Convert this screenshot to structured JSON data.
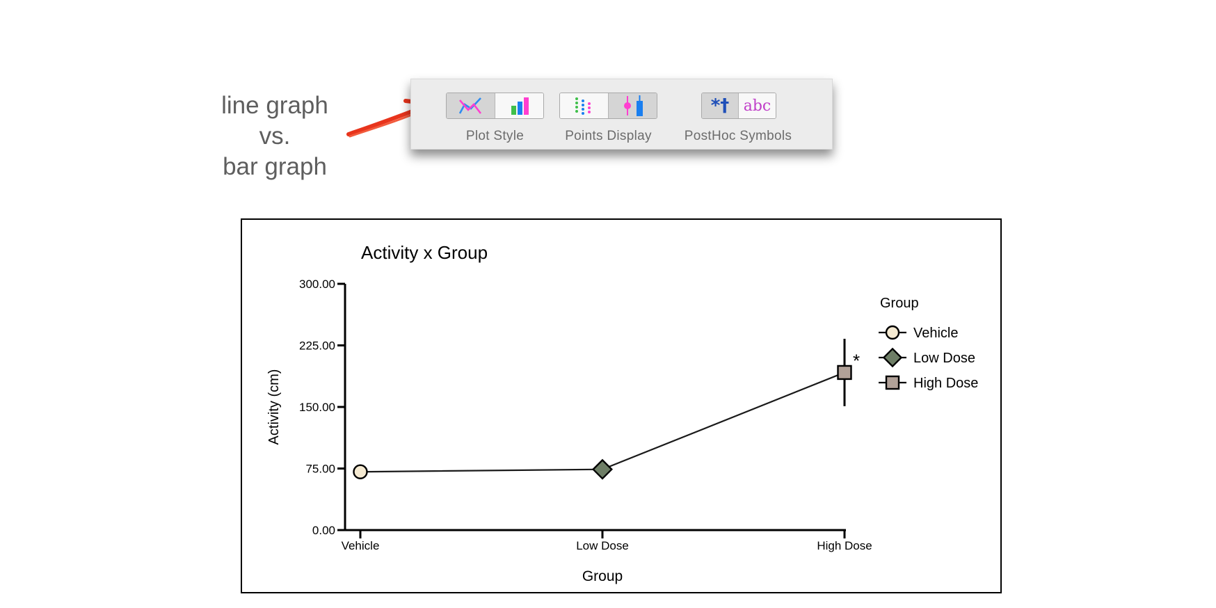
{
  "annotation": {
    "lines": [
      "line graph",
      "vs.",
      "bar graph"
    ]
  },
  "toolbar": {
    "groups": [
      {
        "label": "Plot Style",
        "buttons": [
          "line-graph-icon",
          "bar-graph-icon"
        ],
        "active": 0
      },
      {
        "label": "Points Display",
        "buttons": [
          "dot-points-icon",
          "mean-error-bar-icon"
        ],
        "active": 1
      },
      {
        "label": "PostHoc Symbols",
        "buttons": [
          "asterisk-dagger-symbols-icon",
          "abc-letters-icon"
        ],
        "active": 0
      }
    ],
    "posthoc_text": {
      "symbols": "*†",
      "letters": "abc"
    }
  },
  "chart_data": {
    "type": "line",
    "title": "Activity x Group",
    "xlabel": "Group",
    "ylabel": "Activity (cm)",
    "categories": [
      "Vehicle",
      "Low Dose",
      "High Dose"
    ],
    "yticks": [
      "0.00",
      "75.00",
      "150.00",
      "225.00",
      "300.00"
    ],
    "ylim": [
      0,
      300
    ],
    "values": [
      71,
      74,
      192
    ],
    "error": [
      [
        62,
        80
      ],
      [
        65,
        83
      ],
      [
        151,
        233
      ]
    ],
    "markers": [
      {
        "shape": "circle",
        "color": "#f5ead2"
      },
      {
        "shape": "diamond",
        "color": "#6e7e66"
      },
      {
        "shape": "square",
        "color": "#b1a198"
      }
    ],
    "significance": [
      "",
      "",
      "*"
    ],
    "legend": {
      "title": "Group",
      "entries": [
        "Vehicle",
        "Low Dose",
        "High Dose"
      ],
      "placement": "right"
    },
    "grid": false
  }
}
